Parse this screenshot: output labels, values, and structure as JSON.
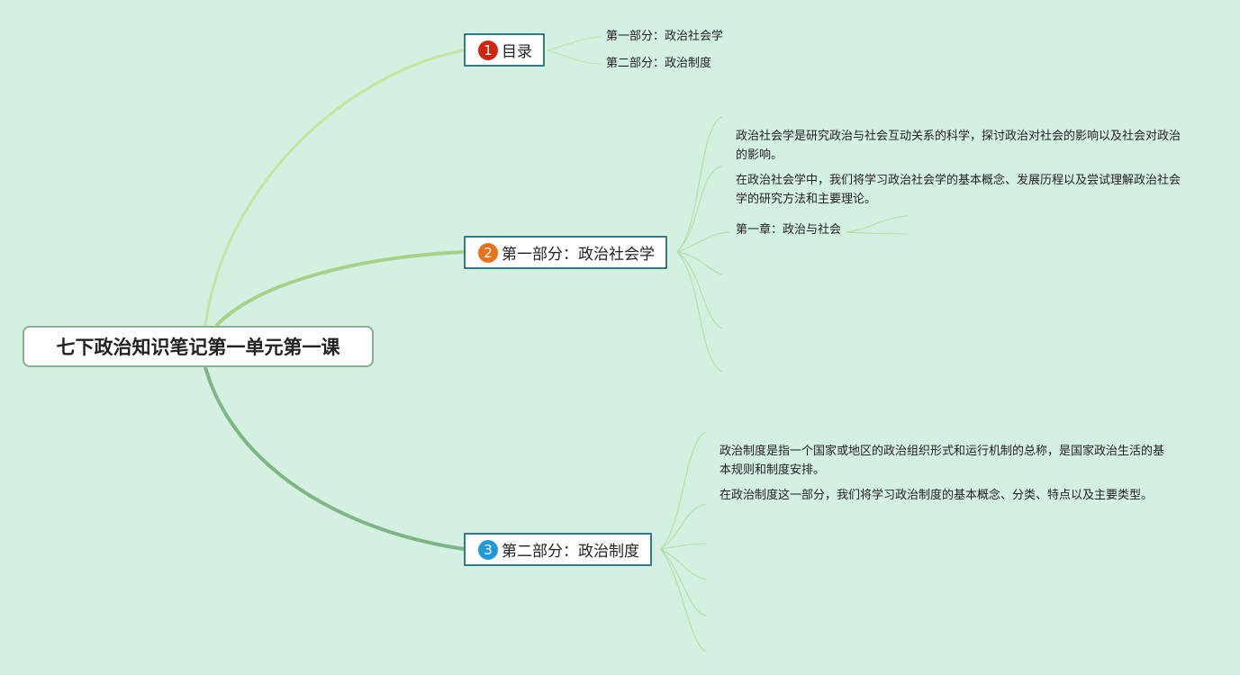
{
  "root": {
    "title": "七下政治知识笔记第一单元第一课"
  },
  "branches": [
    {
      "number": "1",
      "badge_color": "#d0250f",
      "label": "目录",
      "children": [
        "第一部分：政治社会学",
        "第二部分：政治制度"
      ]
    },
    {
      "number": "2",
      "badge_color": "#e8731c",
      "label": "第一部分：政治社会学",
      "children": [
        "政治社会学是研究政治与社会互动关系的科学，探讨政治对社会的影响以及社会对政治的影响。",
        "在政治社会学中，我们将学习政治社会学的基本概念、发展历程以及尝试理解政治社会学的研究方法和主要理论。",
        "第一章：政治与社会"
      ]
    },
    {
      "number": "3",
      "badge_color": "#1f9ad6",
      "label": "第二部分：政治制度",
      "children": [
        "政治制度是指一个国家或地区的政治组织形式和运行机制的总称，是国家政治生活的基本规则和制度安排。",
        "在政治制度这一部分，我们将学习政治制度的基本概念、分类、特点以及主要类型。"
      ]
    }
  ],
  "colors": {
    "background": "#d3f0e1",
    "branch1_line": "#c5e5a0",
    "branch2_line": "#a8d088",
    "branch3_line": "#7fb487",
    "node_border": "#2e7c8a"
  }
}
